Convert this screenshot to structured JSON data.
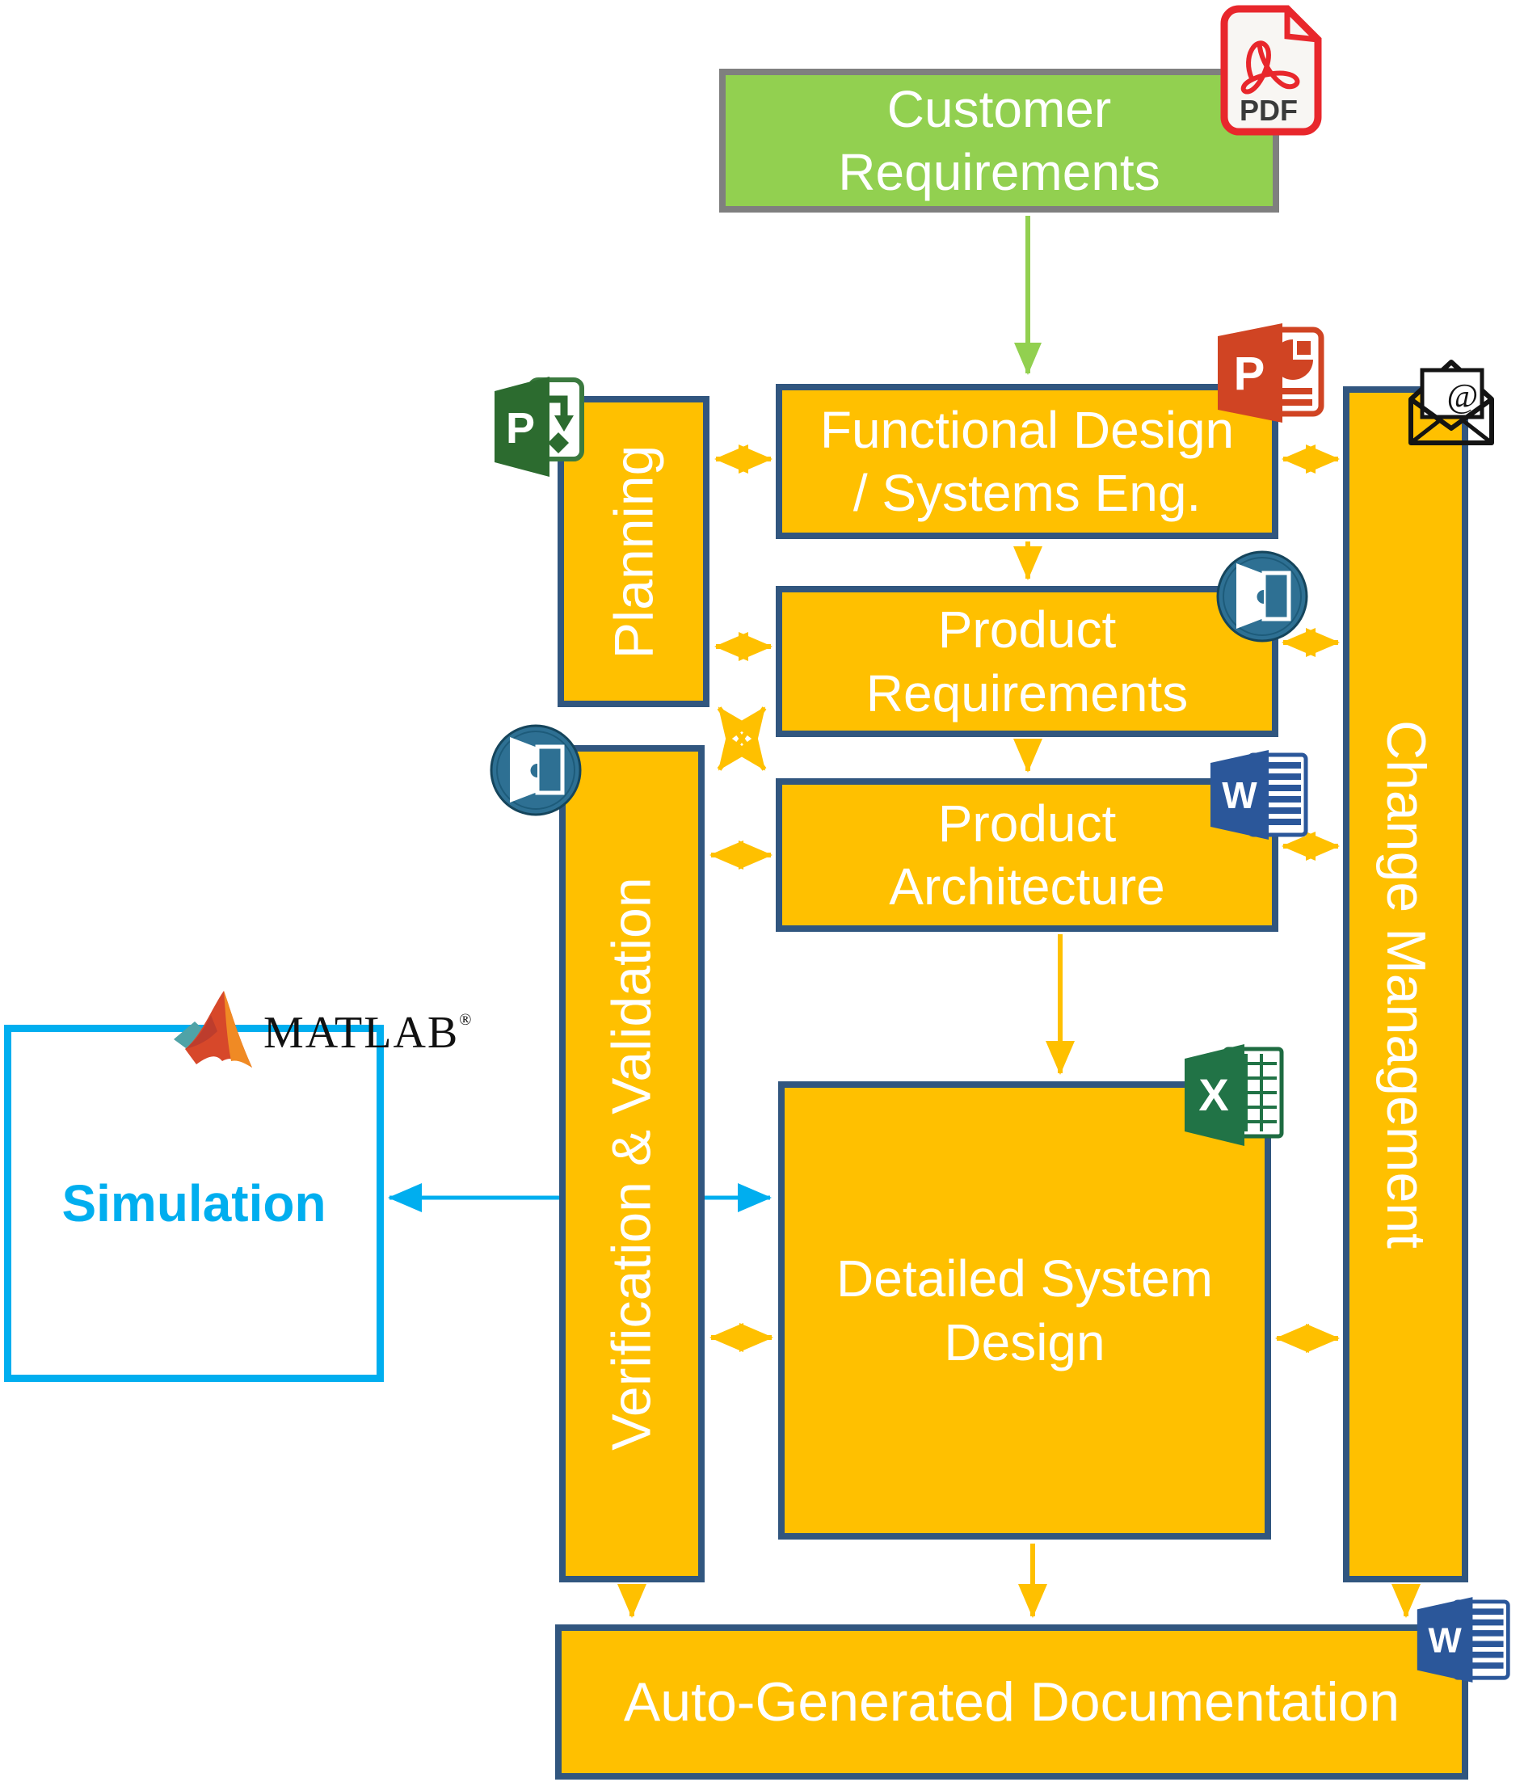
{
  "nodes": {
    "customer_requirements": {
      "label": "Customer\nRequirements"
    },
    "functional_design": {
      "label": "Functional Design\n/ Systems Eng."
    },
    "product_requirements": {
      "label": "Product\nRequirements"
    },
    "product_architecture": {
      "label": "Product\nArchitecture"
    },
    "detailed_system_design": {
      "label": "Detailed System\nDesign"
    },
    "planning": {
      "label": "Planning"
    },
    "verification_validation": {
      "label": "Verification & Validation"
    },
    "change_management": {
      "label": "Change Management"
    },
    "simulation": {
      "label": "Simulation"
    },
    "auto_documentation": {
      "label": "Auto-Generated Documentation"
    }
  },
  "icons": {
    "pdf": {
      "name": "pdf-file-icon",
      "label": "PDF"
    },
    "powerpoint": {
      "name": "powerpoint-icon",
      "letter": "P"
    },
    "project": {
      "name": "ms-project-icon",
      "letter": "P"
    },
    "word": {
      "name": "word-icon",
      "letter": "W"
    },
    "excel": {
      "name": "excel-icon",
      "letter": "X"
    },
    "door": {
      "name": "open-door-icon"
    },
    "email": {
      "name": "email-envelope-icon",
      "at_sign": "@"
    },
    "matlab": {
      "name": "matlab-logo",
      "text": "MATLAB",
      "reg": "®"
    }
  },
  "colors": {
    "box_yellow": "#FFC000",
    "box_border_navy": "#31567F",
    "box_green": "#92D050",
    "green_border_gray": "#7F7F7F",
    "arrow_yellow": "#FFC000",
    "arrow_green": "#92D050",
    "arrow_blue": "#00AEEF",
    "simulation_cyan": "#00AEEF",
    "ppt_red": "#D04423",
    "word_blue": "#2B579A",
    "excel_green": "#217346",
    "project_green": "#2C6B2F",
    "door_circle_blue": "#2E7093",
    "pdf_red": "#E8272C",
    "matlab_orange": "#D7482A"
  },
  "connections": [
    {
      "from": "customer_requirements",
      "to": "functional_design",
      "type": "single",
      "color": "green"
    },
    {
      "from": "functional_design",
      "to": "product_requirements",
      "type": "single",
      "color": "yellow"
    },
    {
      "from": "product_requirements",
      "to": "product_architecture",
      "type": "single",
      "color": "yellow"
    },
    {
      "from": "product_architecture",
      "to": "detailed_system_design",
      "type": "single",
      "color": "yellow"
    },
    {
      "from": "planning",
      "to": "functional_design",
      "type": "double",
      "color": "yellow"
    },
    {
      "from": "planning",
      "to": "product_requirements",
      "type": "double",
      "color": "yellow"
    },
    {
      "from": "planning",
      "to": "product_architecture",
      "type": "double-diagonal",
      "color": "yellow"
    },
    {
      "from": "verification_validation",
      "to": "product_requirements",
      "type": "double-diagonal",
      "color": "yellow"
    },
    {
      "from": "verification_validation",
      "to": "product_architecture",
      "type": "double",
      "color": "yellow"
    },
    {
      "from": "verification_validation",
      "to": "detailed_system_design",
      "type": "double",
      "color": "yellow"
    },
    {
      "from": "functional_design",
      "to": "change_management",
      "type": "double",
      "color": "yellow"
    },
    {
      "from": "product_requirements",
      "to": "change_management",
      "type": "double",
      "color": "yellow"
    },
    {
      "from": "product_architecture",
      "to": "change_management",
      "type": "double",
      "color": "yellow"
    },
    {
      "from": "detailed_system_design",
      "to": "change_management",
      "type": "double",
      "color": "yellow"
    },
    {
      "from": "simulation",
      "to": "detailed_system_design",
      "type": "double",
      "color": "blue"
    },
    {
      "from": "verification_validation",
      "to": "auto_documentation",
      "type": "single",
      "color": "yellow"
    },
    {
      "from": "detailed_system_design",
      "to": "auto_documentation",
      "type": "single",
      "color": "yellow"
    },
    {
      "from": "change_management",
      "to": "auto_documentation",
      "type": "single",
      "color": "yellow"
    }
  ]
}
